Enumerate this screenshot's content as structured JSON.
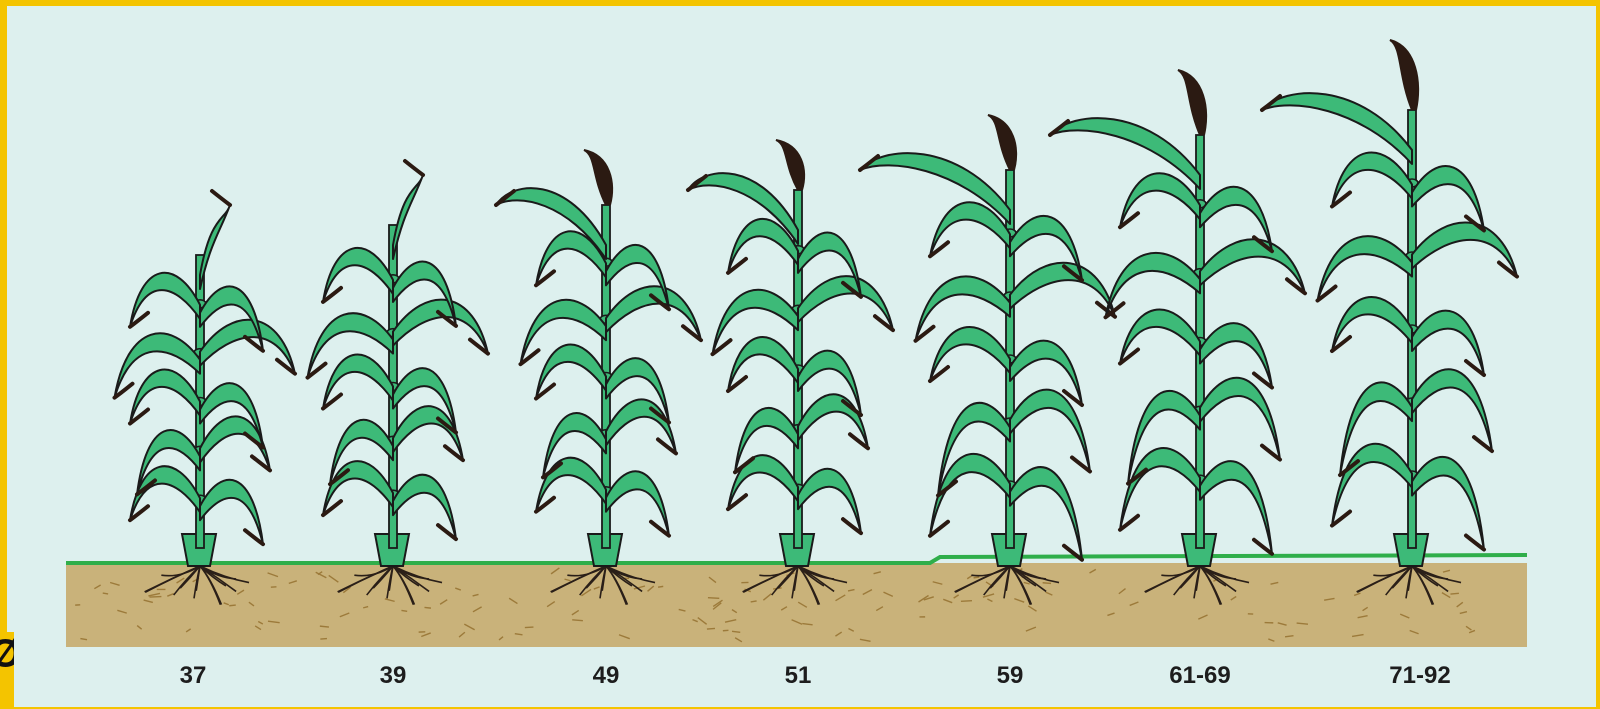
{
  "stages": [
    {
      "label": "37"
    },
    {
      "label": "39"
    },
    {
      "label": "49"
    },
    {
      "label": "51"
    },
    {
      "label": "59"
    },
    {
      "label": "61-69"
    },
    {
      "label": "71-92"
    }
  ],
  "colors": {
    "background": "#ddf0ee",
    "border": "#f4c400",
    "leaf": "#3dba78",
    "leaf_dark": "#1f7a4a",
    "outline": "#1a1a1a",
    "soil": "#c9b27a",
    "ground_line": "#2fae4a",
    "ear": "#2b1a12",
    "root": "#2a1f18"
  }
}
